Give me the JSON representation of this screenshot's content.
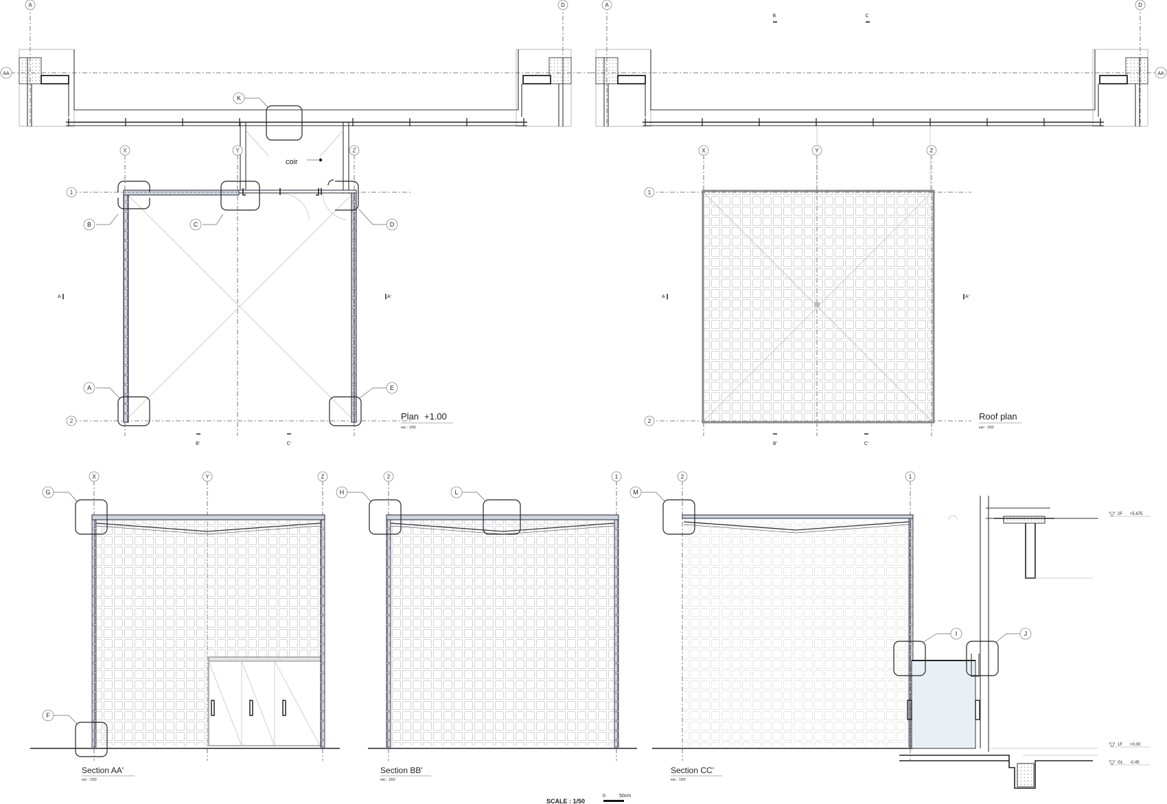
{
  "sheet": {
    "scale": "SCALE : 1/50",
    "scale_bar": {
      "zero": "0",
      "length": "50cm"
    }
  },
  "views": {
    "plan": {
      "title": "Plan",
      "level": "+1.00",
      "scale": "esc : 1/50"
    },
    "roof": {
      "title": "Roof plan",
      "scale": "esc : 1/50"
    },
    "section_aa": {
      "title": "Section AA'",
      "scale": "esc : 1/50"
    },
    "section_bb": {
      "title": "Section BB'",
      "scale": "esc : 1/50"
    },
    "section_cc": {
      "title": "Section CC'",
      "scale": "esc : 1/50"
    }
  },
  "annotations": {
    "room_label": "coir",
    "grid_axes": [
      "A",
      "D",
      "AA",
      "X",
      "Y",
      "Z",
      "1",
      "2"
    ],
    "section_marks": {
      "a": "A",
      "a_prime": "A'",
      "b": "B",
      "b_prime": "B'",
      "c": "C",
      "c_prime": "C'"
    },
    "detail_callouts": [
      "A",
      "B",
      "C",
      "D",
      "E",
      "F",
      "G",
      "H",
      "I",
      "J",
      "K",
      "L",
      "M"
    ]
  },
  "levels": [
    {
      "name": "2F",
      "value": "+5.675"
    },
    {
      "name": "1F",
      "value": "+0.00"
    },
    {
      "name": "GL",
      "value": "-0.45"
    }
  ]
}
